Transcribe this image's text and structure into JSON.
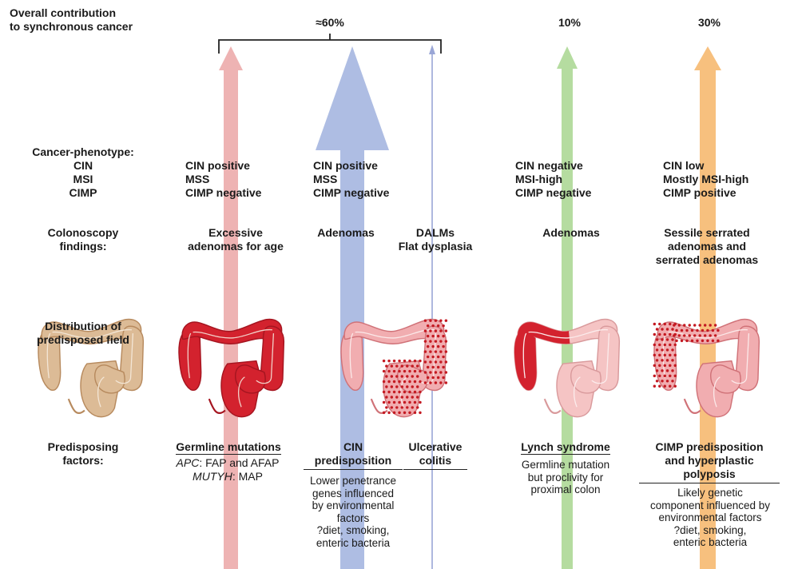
{
  "header": {
    "row_label": "Overall contribution\nto synchronous cancer",
    "pct_group": "≈60%",
    "pct_lynch": "10%",
    "pct_cimp": "30%"
  },
  "row_labels": {
    "phenotype_title": "Cancer-phenotype:",
    "phenotype_items": "CIN\nMSI\nCIMP",
    "findings": "Colonoscopy\nfindings:",
    "field": "Distribution of\npredisposed field",
    "factors": "Predisposing\nfactors:"
  },
  "columns": {
    "germline": {
      "phenotype": "CIN positive\nMSS\nCIMP negative",
      "finding": "Excessive\nadenomas for age",
      "factor_title": "Germline mutations",
      "factor_line1_italic": "APC",
      "factor_line1_rest": ": FAP and AFAP",
      "factor_line2_italic": "MUTYH",
      "factor_line2_rest": ": MAP"
    },
    "cin": {
      "phenotype": "CIN positive\nMSS\nCIMP negative",
      "finding": "Adenomas",
      "factor_title": "CIN\npredisposition",
      "factor_desc": "Lower penetrance\ngenes influenced\nby environmental\nfactors\n?diet, smoking,\nenteric bacteria"
    },
    "colitis": {
      "finding": "DALMs\nFlat dysplasia",
      "factor_title": "Ulcerative\ncolitis"
    },
    "lynch": {
      "phenotype": "CIN negative\nMSI-high\nCIMP negative",
      "finding": "Adenomas",
      "factor_title": "Lynch syndrome",
      "factor_desc": "Germline mutation\nbut proclivity for\nproximal colon"
    },
    "cimp": {
      "phenotype": "CIN low\nMostly MSI-high\nCIMP positive",
      "finding": "Sessile serrated\nadenomas and\nserrated adenomas",
      "factor_title": "CIMP predisposition\nand hyperplastic\npolyposis",
      "factor_desc": "Likely genetic\ncomponent influenced by\nenvironmental factors\n?diet, smoking,\nenteric bacteria"
    }
  },
  "colors": {
    "arrow_germline": "#eeb3b3",
    "arrow_cin": "#aebde3",
    "arrow_lynch": "#b5dca0",
    "arrow_cimp": "#f7c07e",
    "colon_normal": "#dcbb96",
    "colon_affected": "#d3222e",
    "colon_pink": "#f1adb0",
    "colon_light": "#f5c4c4",
    "dot": "#c41a22"
  }
}
